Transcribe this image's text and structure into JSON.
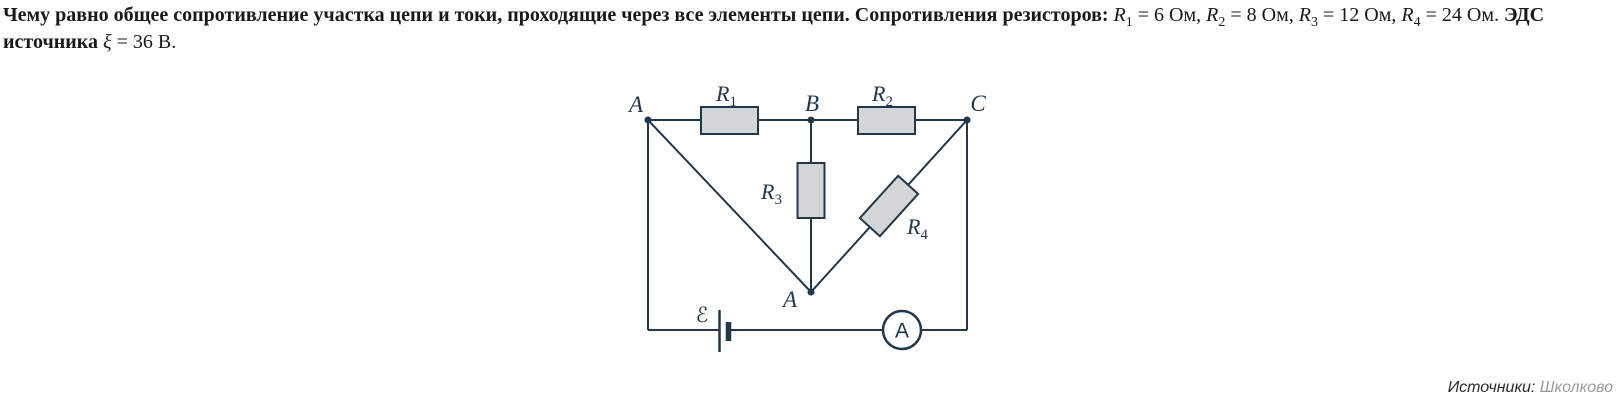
{
  "problem": {
    "intro": "Чему равно общее сопротивление участка цепи и токи, проходящие через все элементы цепи.",
    "resistors_label": "Сопротивления резисторов:",
    "resistors": [
      {
        "name": "R",
        "sub": "1",
        "value": "= 6 Ом,"
      },
      {
        "name": "R",
        "sub": "2",
        "value": "= 8 Ом,"
      },
      {
        "name": "R",
        "sub": "3",
        "value": "= 12 Ом,"
      },
      {
        "name": "R",
        "sub": "4",
        "value": "= 24 Ом."
      }
    ],
    "emf_label": "ЭДС источника",
    "emf_var": "ξ",
    "emf_value": "= 36 В."
  },
  "circuit": {
    "nodes": {
      "top_left": "A",
      "top_middle": "B",
      "top_right": "C",
      "bottom": "A"
    },
    "resistors": {
      "r1": {
        "name": "R",
        "sub": "1"
      },
      "r2": {
        "name": "R",
        "sub": "2"
      },
      "r3": {
        "name": "R",
        "sub": "3"
      },
      "r4": {
        "name": "R",
        "sub": "4"
      }
    },
    "emf_symbol": "ℰ",
    "ammeter_label": "A"
  },
  "source": {
    "label": "Источники:",
    "name": "Школково"
  },
  "theme": {
    "line": "#22374a",
    "resistor-fill": "#d2d6d9",
    "text": "#191919",
    "muted": "#9a9a9a"
  }
}
